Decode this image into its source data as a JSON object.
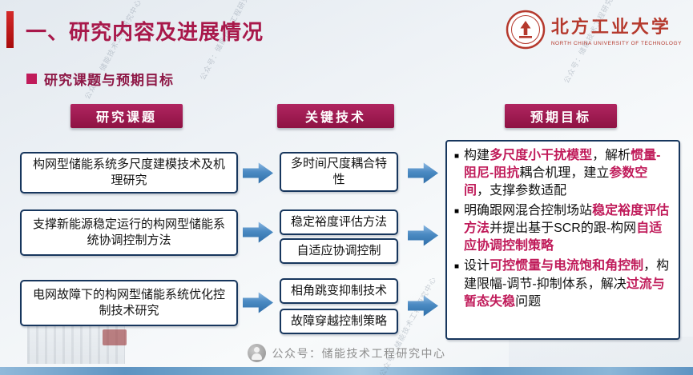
{
  "title": "一、研究内容及进展情况",
  "logo": {
    "cn": "北方工业大学",
    "en": "NORTH CHINA UNIVERSITY OF TECHNOLOGY"
  },
  "section": "研究课题与预期目标",
  "headers": [
    "研究课题",
    "关键技术",
    "预期目标"
  ],
  "topics": [
    "构网型储能系统多尺度建模技术及机理研究",
    "支撑新能源稳定运行的构网型储能系统协调控制方法",
    "电网故障下的构网型储能系统优化控制技术研究"
  ],
  "technologies": [
    "多时间尺度耦合特性",
    "稳定裕度评估方法",
    "自适应协调控制",
    "相角跳变抑制技术",
    "故障穿越控制策略"
  ],
  "bullet": "■",
  "goals": [
    {
      "segments": [
        {
          "text": "构建",
          "highlight": false
        },
        {
          "text": "多尺度小干扰模型",
          "highlight": true
        },
        {
          "text": "，解析",
          "highlight": false
        },
        {
          "text": "惯量-阻尼-阻抗",
          "highlight": true
        },
        {
          "text": "耦合机理，建立",
          "highlight": false
        },
        {
          "text": "参数空间",
          "highlight": true
        },
        {
          "text": "，支撑参数适配",
          "highlight": false
        }
      ]
    },
    {
      "segments": [
        {
          "text": "明确跟网混合控制场站",
          "highlight": false
        },
        {
          "text": "稳定裕度评估方法",
          "highlight": true
        },
        {
          "text": "并提出基于SCR的跟-构网",
          "highlight": false
        },
        {
          "text": "自适应协调控制策略",
          "highlight": true
        }
      ]
    },
    {
      "segments": [
        {
          "text": "设计",
          "highlight": false
        },
        {
          "text": "可控惯量与电流饱和角控制",
          "highlight": true
        },
        {
          "text": "，构建限幅-调节-抑制体系，解决",
          "highlight": false
        },
        {
          "text": "过流与暂态失稳",
          "highlight": true
        },
        {
          "text": "问题",
          "highlight": false
        }
      ]
    }
  ],
  "footer": {
    "caption": "公众号：储能技术工程研究中心"
  },
  "watermark": "公众号：储能技术工程研究中心",
  "colors": {
    "accent": "#a8184a",
    "banner": "#8e1243",
    "highlight": "#c01b5a",
    "border": "#17365d",
    "arrow": "#3f85c4",
    "logoRed": "#b5392d"
  }
}
